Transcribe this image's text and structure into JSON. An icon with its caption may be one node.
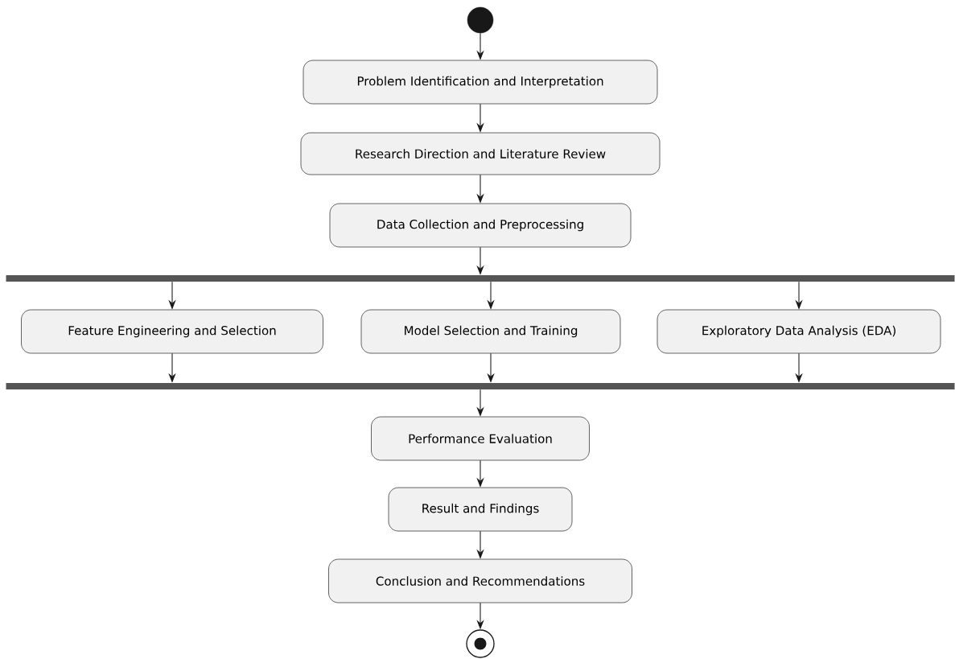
{
  "diagram": {
    "nodes": [
      {
        "text": [],
        "shape": "circle"
      },
      {
        "text": [
          "Problem Identification and Interpretation"
        ]
      },
      {
        "text": [
          "Research Direction and Literature Review"
        ]
      },
      {
        "text": [
          "Data Collection and Preprocessing"
        ]
      },
      {
        "text": [],
        "shape": "bar"
      },
      {
        "text": [
          "Feature Engineering and Selection"
        ]
      },
      {
        "text": [
          "Model Selection and Training"
        ]
      },
      {
        "text": [
          "Exploratory Data Analysis (EDA)"
        ]
      },
      {
        "text": [],
        "shape": "bar"
      },
      {
        "text": [
          "Performance Evaluation"
        ]
      },
      {
        "text": [
          "Result and Findings"
        ]
      },
      {
        "text": [
          "Conclusion and Recommendations"
        ]
      },
      {
        "text": [],
        "shape": "target"
      }
    ],
    "edges": [
      {
        "from": 0,
        "to": 1,
        "arrow": "to"
      },
      {
        "from": 1,
        "to": 2,
        "arrow": "to"
      },
      {
        "from": 2,
        "to": 3,
        "arrow": "to"
      },
      {
        "from": 3,
        "to": 4,
        "arrow": "to"
      },
      {
        "from": 4,
        "to": 5,
        "arrow": "to"
      },
      {
        "from": 4,
        "to": 6,
        "arrow": "to"
      },
      {
        "from": 4,
        "to": 7,
        "arrow": "to"
      },
      {
        "from": 5,
        "to": 8,
        "arrow": "to"
      },
      {
        "from": 6,
        "to": 8,
        "arrow": "to"
      },
      {
        "from": 7,
        "to": 8,
        "arrow": "to"
      },
      {
        "from": 8,
        "to": 9,
        "arrow": "to"
      },
      {
        "from": 9,
        "to": 10,
        "arrow": "to"
      },
      {
        "from": 10,
        "to": 11,
        "arrow": "to"
      },
      {
        "from": 11,
        "to": 12,
        "arrow": "to"
      }
    ]
  }
}
